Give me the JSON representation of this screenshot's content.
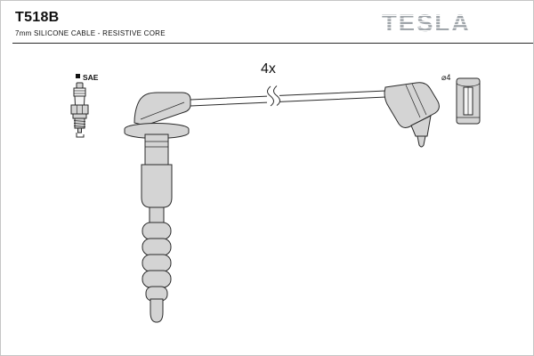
{
  "header": {
    "part_number": "T518B",
    "subtitle": "7mm SILICONE CABLE - RESISTIVE CORE",
    "brand": "TESLA"
  },
  "labels": {
    "quantity": "4x",
    "plug_standard": "SAE",
    "terminal_diameter": "⌀4"
  },
  "colors": {
    "brand_gray": "#9aa0a5",
    "outline": "#2a2a2a",
    "part_fill": "#d4d4d4",
    "background": "#ffffff"
  }
}
